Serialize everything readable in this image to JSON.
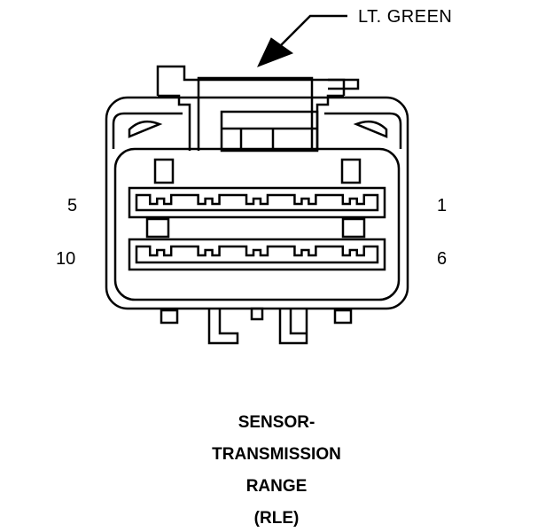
{
  "callout": {
    "label": "LT. GREEN"
  },
  "pins": {
    "top_left": "5",
    "top_right": "1",
    "bottom_left": "10",
    "bottom_right": "6"
  },
  "title_lines": [
    "SENSOR-",
    "TRANSMISSION",
    "RANGE",
    "(RLE)"
  ],
  "colors": {
    "line": "#000000",
    "background": "#ffffff"
  }
}
